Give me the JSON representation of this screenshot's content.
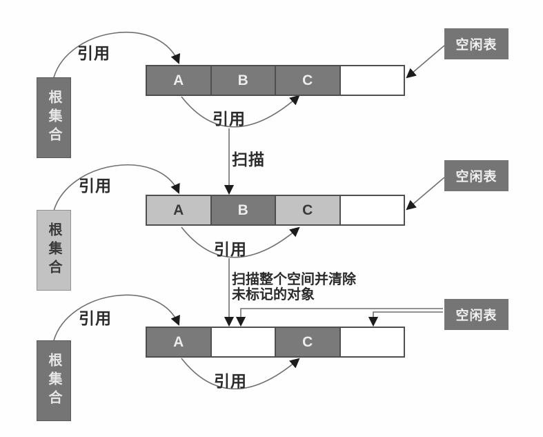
{
  "diagram": {
    "labels": {
      "reference": "引用",
      "scan": "扫描",
      "sweep_line1": "扫描整个空间并清除",
      "sweep_line2": "未标记的对象",
      "root_set": "根集合",
      "free_list": "空闲表"
    },
    "colors": {
      "object_dark": "#7a7a7a",
      "object_light": "#c2c2c2",
      "free_block": "#ffffff",
      "box_dark": "#757575",
      "line": "#6f6f6f",
      "arrowhead": "#1c1c1c",
      "label_text": "#2b2b2b",
      "block_border": "#4e4e4e"
    },
    "rows": [
      {
        "root_set_fill": "dark",
        "blocks": [
          {
            "label": "A",
            "fill": "dark"
          },
          {
            "label": "B",
            "fill": "dark"
          },
          {
            "label": "C",
            "fill": "dark"
          },
          {
            "label": "",
            "fill": "free"
          }
        ]
      },
      {
        "root_set_fill": "light",
        "blocks": [
          {
            "label": "A",
            "fill": "light"
          },
          {
            "label": "B",
            "fill": "dark"
          },
          {
            "label": "C",
            "fill": "light"
          },
          {
            "label": "",
            "fill": "free"
          }
        ]
      },
      {
        "root_set_fill": "dark",
        "blocks": [
          {
            "label": "A",
            "fill": "dark"
          },
          {
            "label": "",
            "fill": "free"
          },
          {
            "label": "C",
            "fill": "dark"
          },
          {
            "label": "",
            "fill": "free"
          }
        ]
      }
    ]
  }
}
